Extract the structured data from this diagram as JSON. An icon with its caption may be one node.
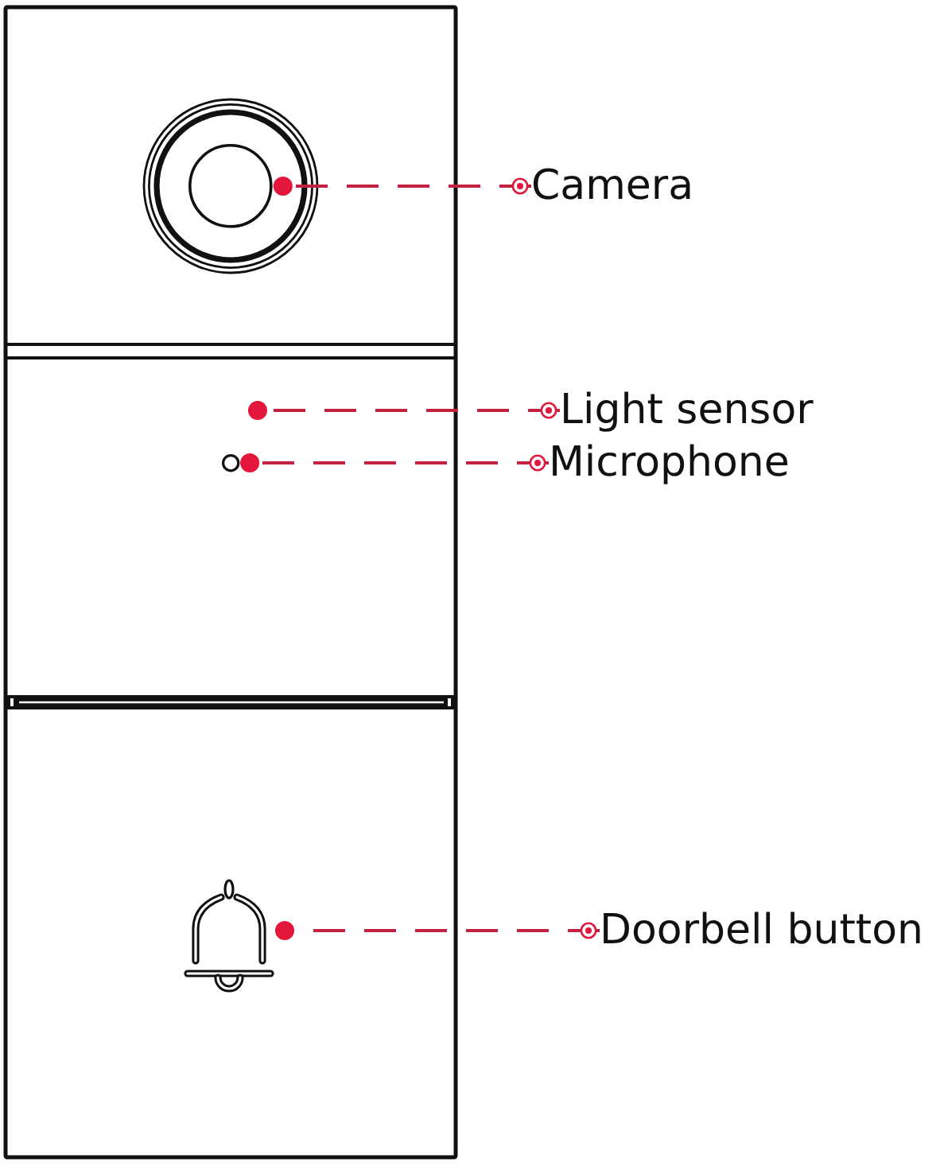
{
  "diagram": {
    "nodes": [
      {
        "text": [],
        "shape": "circle"
      },
      {
        "text": [
          "Camera"
        ]
      },
      {
        "text": [
          "Light sensor"
        ]
      },
      {
        "text": [],
        "shape": "circle"
      },
      {
        "text": [
          "Microphone"
        ]
      },
      {
        "text": [],
        "shape": "picture"
      },
      {
        "text": [
          "Doorbell button"
        ]
      }
    ],
    "edges": [
      {
        "from": 1,
        "to": 0,
        "arrow": "other",
        "style": "dashed"
      },
      {
        "from": 2,
        "to": null,
        "arrow": "other",
        "style": "dashed"
      },
      {
        "from": 4,
        "to": 3,
        "arrow": "other",
        "style": "dashed"
      },
      {
        "from": 6,
        "to": 5,
        "arrow": "other",
        "style": "dashed"
      }
    ]
  }
}
